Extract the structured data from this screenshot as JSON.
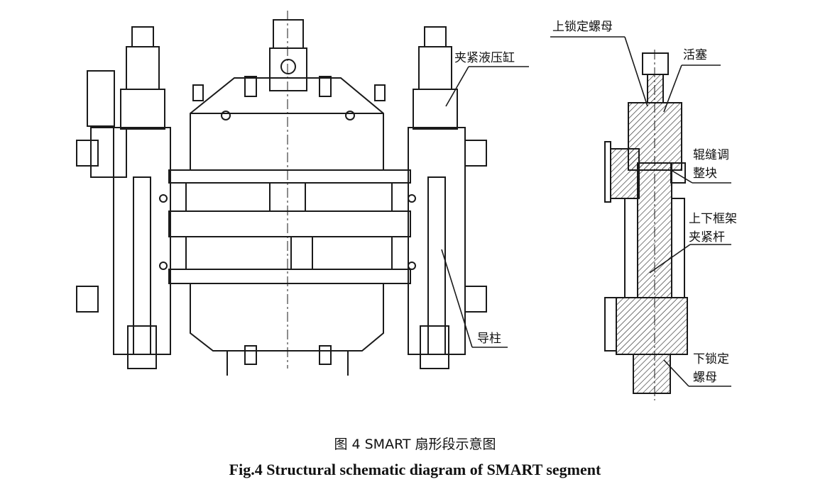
{
  "labels": {
    "clamp_cylinder": "夹紧液压缸",
    "guide_post": "导柱",
    "upper_lock_nut": "上锁定螺母",
    "piston": "活塞",
    "roll_gap_adjust_line1": "辊缝调",
    "roll_gap_adjust_line2": "整块",
    "clamp_rod_line1": "上下框架",
    "clamp_rod_line2": "夹紧杆",
    "lower_lock_nut_line1": "下锁定",
    "lower_lock_nut_line2": "螺母"
  },
  "caption": {
    "chinese": "图 4 SMART 扇形段示意图",
    "english": "Fig.4 Structural schematic diagram of SMART segment"
  }
}
